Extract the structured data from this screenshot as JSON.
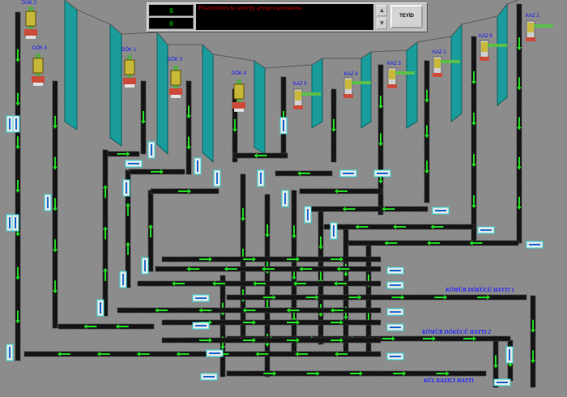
{
  "header": {
    "counter_top": "0",
    "counter_bottom": "0",
    "message": "Flocchilders ta priority group expressions",
    "scroll_up": "▲",
    "scroll_down": "▼",
    "confirm_label": "TEYİD"
  },
  "stations": {
    "dok2": "DÖK 2",
    "dok5": "DÖK 5",
    "dok1": "DÖK 1",
    "dok3": "DÖK 3",
    "dok4": "DÖK 4",
    "kaz5": "KAZ 5",
    "kaz4": "KAZ 4",
    "kaz3": "KAZ 3",
    "kaz1": "KAZ 1",
    "kaz6": "KAZ 6",
    "kaz2": "KAZ 2"
  },
  "lines": {
    "komur1": "KÖMÜR DÖKÜCÜ HATTI 1",
    "komur2": "KÖMÜR DÖKÜCÜ HATTI 2",
    "kul": "KÜL KAZICI HATTI"
  },
  "colors": {
    "background": "#8c8c8c",
    "conveyor": "#141414",
    "flow_arrow": "#22dd22",
    "bunker": "#1a9c9c",
    "label": "#1010ff",
    "message_text": "#e00000"
  },
  "icons": {
    "flow": "green-arrow-icon",
    "sensor": "sensor-box-icon",
    "dumper": "dumper-machine-icon",
    "excavator": "excavator-machine-icon"
  }
}
